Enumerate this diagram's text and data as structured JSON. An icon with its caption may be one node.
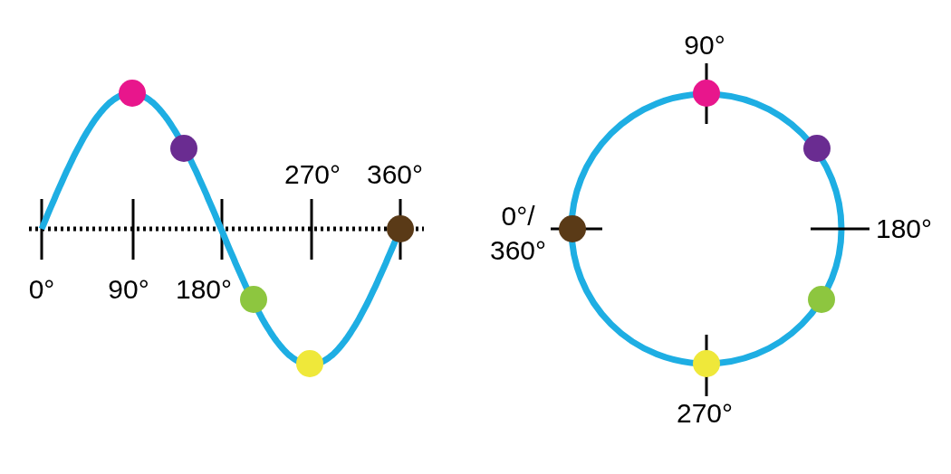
{
  "diagram": {
    "labels": [
      "270°",
      "360°",
      "0°",
      "90°",
      "180°",
      "90°",
      "0°/ 360°",
      "180°",
      "270°"
    ]
  }
}
